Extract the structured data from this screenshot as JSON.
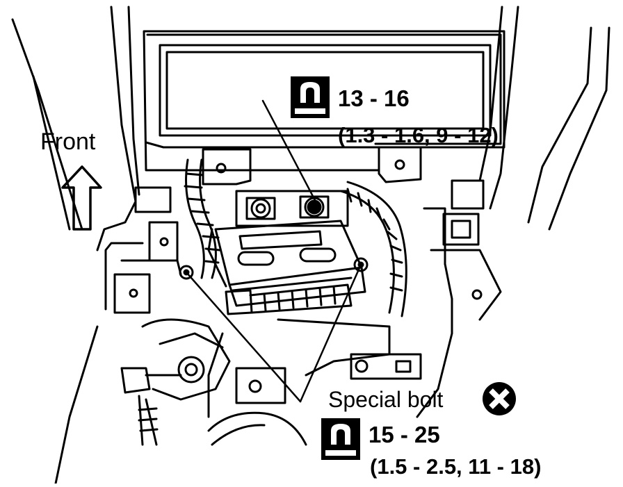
{
  "diagram": {
    "direction_label": "Front",
    "upper_torque": {
      "primary": "13 - 16",
      "secondary": "(1.3 - 1.6, 9 - 12)"
    },
    "special_bolt_label": "Special bolt",
    "lower_torque": {
      "primary": "15 - 25",
      "secondary": "(1.5 - 2.5, 11 - 18)"
    }
  },
  "icons": {
    "torque_wrench": "wrench-torque-icon",
    "replace_part": "x-marked-circle-icon",
    "direction": "front-arrow-icon"
  },
  "colors": {
    "ink": "#000000",
    "paper": "#ffffff"
  }
}
